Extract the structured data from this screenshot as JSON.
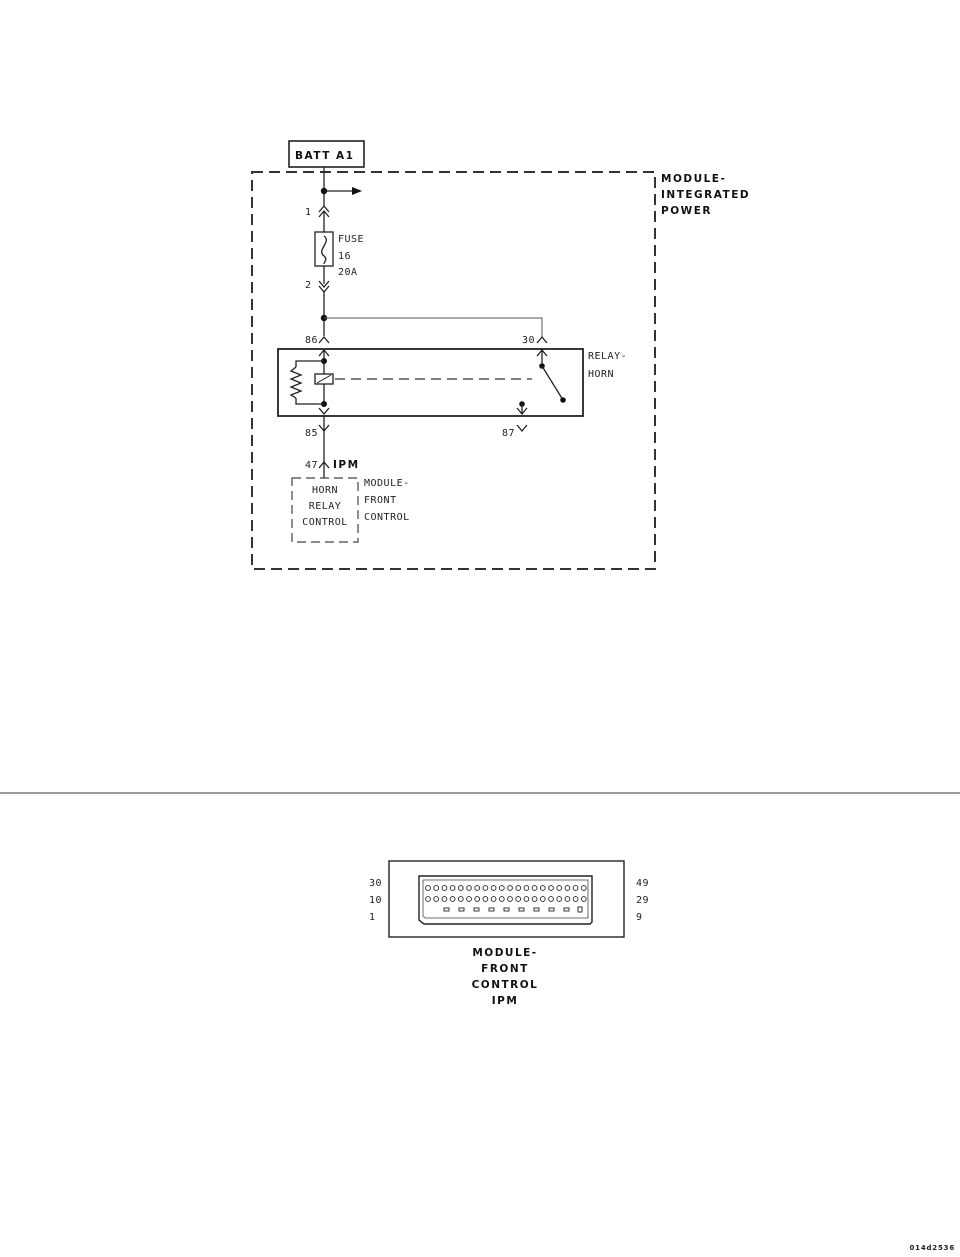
{
  "schematic": {
    "power_source": "BATT A1",
    "module_integrated_power": [
      "MODULE-",
      "INTEGRATED",
      "POWER"
    ],
    "pin_1": "1",
    "pin_2": "2",
    "fuse_label": [
      "FUSE",
      "16",
      "20A"
    ],
    "pin_86": "86",
    "pin_30": "30",
    "relay_label": [
      "RELAY-",
      "HORN"
    ],
    "pin_85": "85",
    "pin_87": "87",
    "pin_47": "47",
    "ipm_label": "IPM",
    "control_box_label": [
      "HORN",
      "RELAY",
      "CONTROL"
    ],
    "module_front_control": [
      "MODULE-",
      "FRONT",
      "CONTROL"
    ]
  },
  "connector": {
    "left_pins": [
      "30",
      "10",
      "1"
    ],
    "right_pins": [
      "49",
      "29",
      "9"
    ],
    "caption": [
      "MODULE-",
      "FRONT",
      "CONTROL",
      "IPM"
    ]
  },
  "footer": {
    "doc_code": "014d2536"
  }
}
